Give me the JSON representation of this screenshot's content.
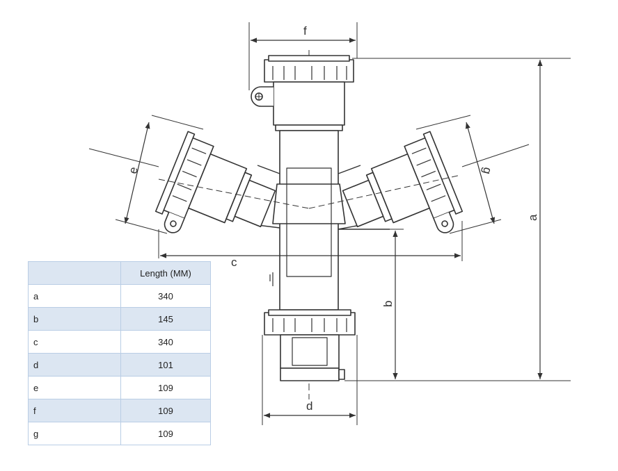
{
  "labels": {
    "a": "a",
    "b": "b",
    "c": "c",
    "d": "d",
    "e": "e",
    "f": "f",
    "g": "g"
  },
  "table": {
    "header_key": "",
    "header_value": "Length (MM)",
    "rows": [
      {
        "key": "a",
        "value": "340"
      },
      {
        "key": "b",
        "value": "145"
      },
      {
        "key": "c",
        "value": "340"
      },
      {
        "key": "d",
        "value": "101"
      },
      {
        "key": "e",
        "value": "109"
      },
      {
        "key": "f",
        "value": "109"
      },
      {
        "key": "g",
        "value": "109"
      }
    ]
  },
  "colors": {
    "line": "#333333",
    "table_border": "#b9cde5",
    "table_shade": "#dce6f2"
  }
}
